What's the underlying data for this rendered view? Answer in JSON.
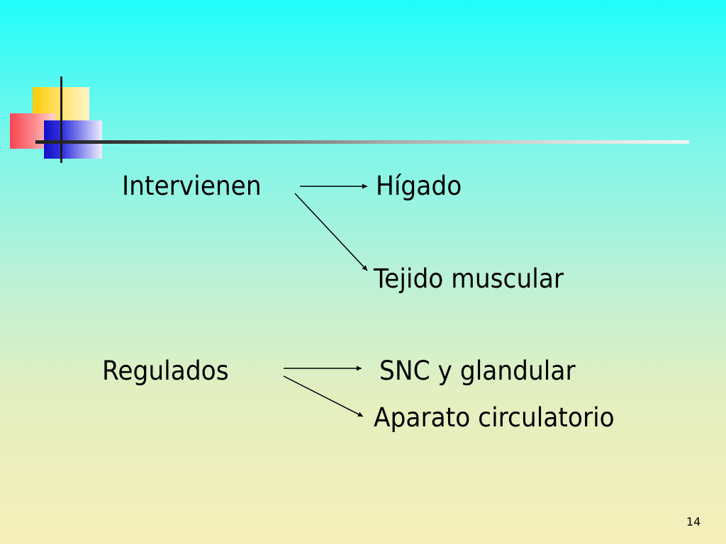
{
  "slide": {
    "labels": {
      "intervienen": "Intervienen",
      "higado": "Hígado",
      "tejido": "Tejido muscular",
      "regulados": "Regulados",
      "snc": "SNC y glandular",
      "aparato": "Aparato circulatorio"
    },
    "page_number": "14"
  },
  "colors": {
    "background_top": "#1ffdfb",
    "background_bottom": "#f6efba",
    "deco_yellow": "#ffcc00",
    "deco_red": "#ff3b4a",
    "deco_blue": "#1010c8",
    "text": "#000000"
  }
}
